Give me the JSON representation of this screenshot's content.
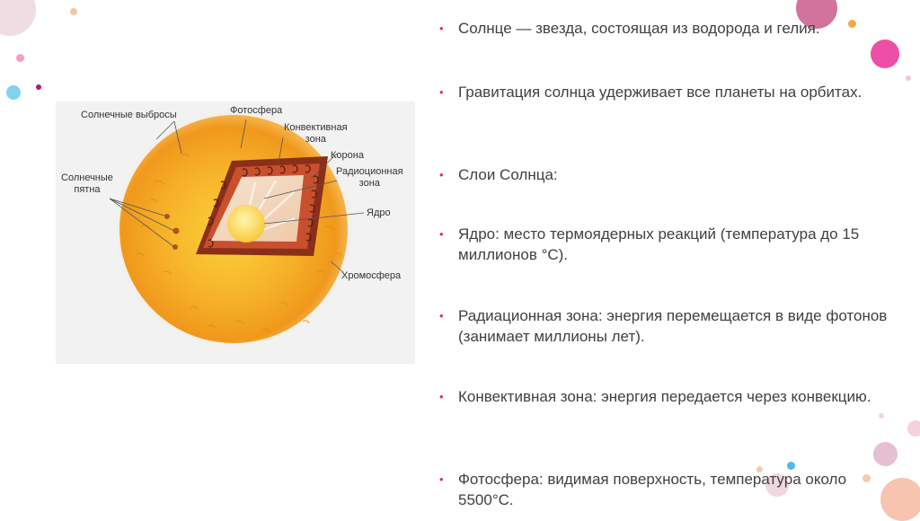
{
  "diagram": {
    "labels": {
      "flares": "Солнечные выбросы",
      "photosphere": "Фотосфера",
      "convective_zone": "Конвективная\nзона",
      "corona": "Корона",
      "radiative_zone": "Радиоционная\nзона",
      "core": "Ядро",
      "sunspots": "Солнечные\nпятна",
      "chromosphere": "Хромосфера"
    }
  },
  "bullets": [
    {
      "marker": "•",
      "text": "Солнце — звезда, состоящая из водорода и гелия."
    },
    {
      "marker": "•",
      "text": "Гравитация солнца удерживает все планеты на орбитах."
    },
    {
      "marker": "•",
      "text": "Слои Солнца:"
    },
    {
      "marker": "•",
      "text": "Ядро: место термоядерных реакций (температура до 15 миллионов °C)."
    },
    {
      "marker": "•",
      "text": "Радиационная зона: энергия перемещается в виде фотонов (занимает миллионы лет)."
    },
    {
      "marker": "•",
      "text": "Конвективная зона: энергия передается через конвекцию."
    },
    {
      "marker": "•",
      "text": "Фотосфера: видимая поверхность, температура около 5500°C."
    }
  ],
  "colors": {
    "accent_pink": "#d62c72",
    "text": "#404040",
    "sun_orange": "#f5a623"
  }
}
